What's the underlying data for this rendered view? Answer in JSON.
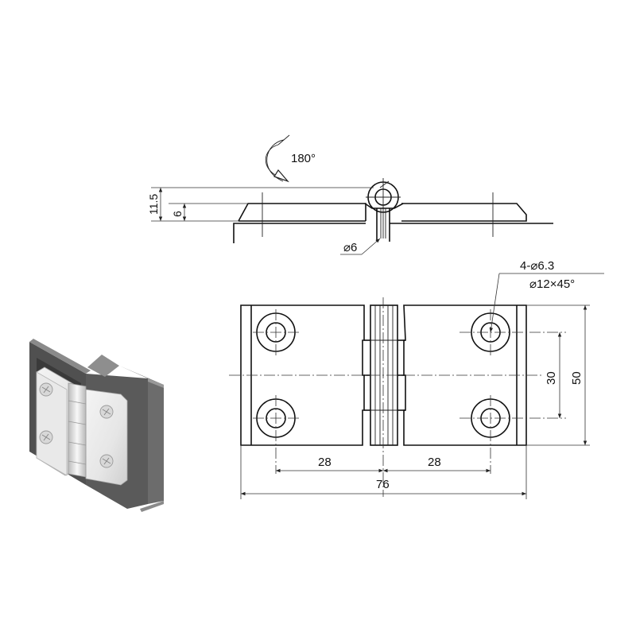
{
  "side_view": {
    "rotation_label": "180°",
    "dim_total_height": "11.5",
    "dim_leaf_height": "6",
    "dim_pin_diameter": "⌀6"
  },
  "front_view": {
    "hole_callout_line1": "4-⌀6.3",
    "hole_callout_line2": "⌀12×45°",
    "dim_left_hole_spacing": "28",
    "dim_right_hole_spacing": "28",
    "dim_overall_width": "76",
    "dim_hole_vertical_spacing": "30",
    "dim_overall_height": "50"
  }
}
